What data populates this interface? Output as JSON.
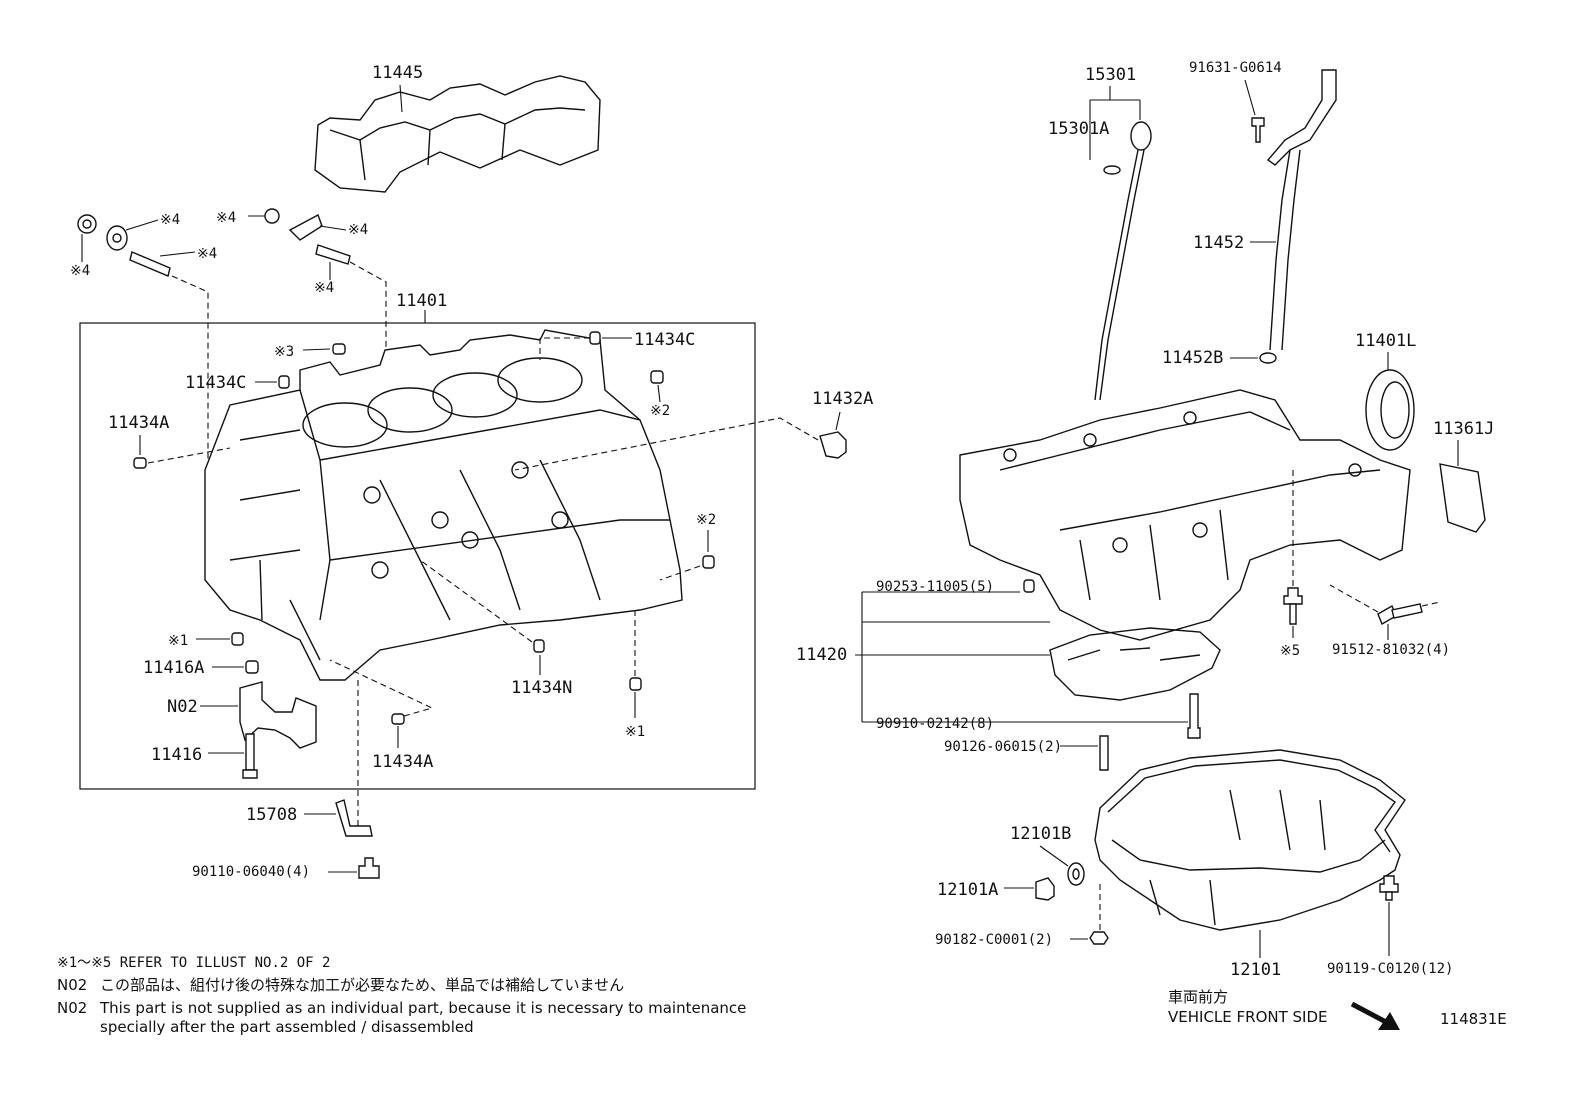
{
  "labels": {
    "p11445": "11445",
    "p11401": "11401",
    "p11434C_top": "11434C",
    "p11434C_left": "11434C",
    "p11434A_left": "11434A",
    "p11434A_bottom": "11434A",
    "p11434N": "11434N",
    "p11432A": "11432A",
    "p11416A": "11416A",
    "pN02": "N02",
    "p11416": "11416",
    "p15708": "15708",
    "p90110": "90110-06040(4)",
    "p15301": "15301",
    "p15301A": "15301A",
    "p91631": "91631-G0614",
    "p11452": "11452",
    "p11452B": "11452B",
    "p11401L": "11401L",
    "p11361J": "11361J",
    "p90253": "90253-11005(5)",
    "p11420": "11420",
    "p91512": "91512-81032(4)",
    "p90910": "90910-02142(8)",
    "p90126": "90126-06015(2)",
    "p12101B": "12101B",
    "p12101A": "12101A",
    "p90182": "90182-C0001(2)",
    "p12101": "12101",
    "p90119": "90119-C0120(12)"
  },
  "refs": {
    "r4": "※4",
    "r3": "※3",
    "r2": "※2",
    "r1": "※1",
    "r5": "※5"
  },
  "notes": {
    "line1": "※1～※5 REFER TO ILLUST NO.2 OF 2",
    "line2_code": "N02",
    "line2": "この部品は、組付け後の特殊な加工が必要なため、単品では補給していません",
    "line3_code": "N02",
    "line3": "This part is not supplied as an individual part, because it is necessary to maintenance",
    "line4": "specially after the part assembled / disassembled"
  },
  "direction": {
    "jp": "車両前方",
    "en": "VEHICLE FRONT SIDE"
  },
  "illustration_id": "114831E"
}
